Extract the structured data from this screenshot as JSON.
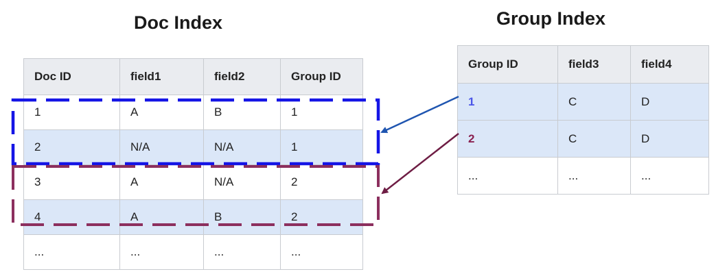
{
  "doc_index": {
    "title": "Doc Index",
    "columns": [
      "Doc ID",
      "field1",
      "field2",
      "Group ID"
    ],
    "rows": [
      [
        "1",
        "A",
        "B",
        "1"
      ],
      [
        "2",
        "N/A",
        "N/A",
        "1"
      ],
      [
        "3",
        "A",
        "N/A",
        "2"
      ],
      [
        "4",
        "A",
        "B",
        "2"
      ],
      [
        "...",
        "...",
        "...",
        "..."
      ]
    ]
  },
  "group_index": {
    "title": "Group Index",
    "columns": [
      "Group ID",
      "field3",
      "field4"
    ],
    "rows": [
      [
        "1",
        "C",
        "D"
      ],
      [
        "2",
        "C",
        "D"
      ],
      [
        "...",
        "...",
        "..."
      ]
    ]
  },
  "colors": {
    "group1_accent": "#1515e6",
    "group2_accent": "#8c2f5e",
    "arrow1": "#1f55b0",
    "arrow2": "#6e1d44",
    "row_highlight": "#dbe7f8",
    "header_bg": "#eaecf0"
  }
}
